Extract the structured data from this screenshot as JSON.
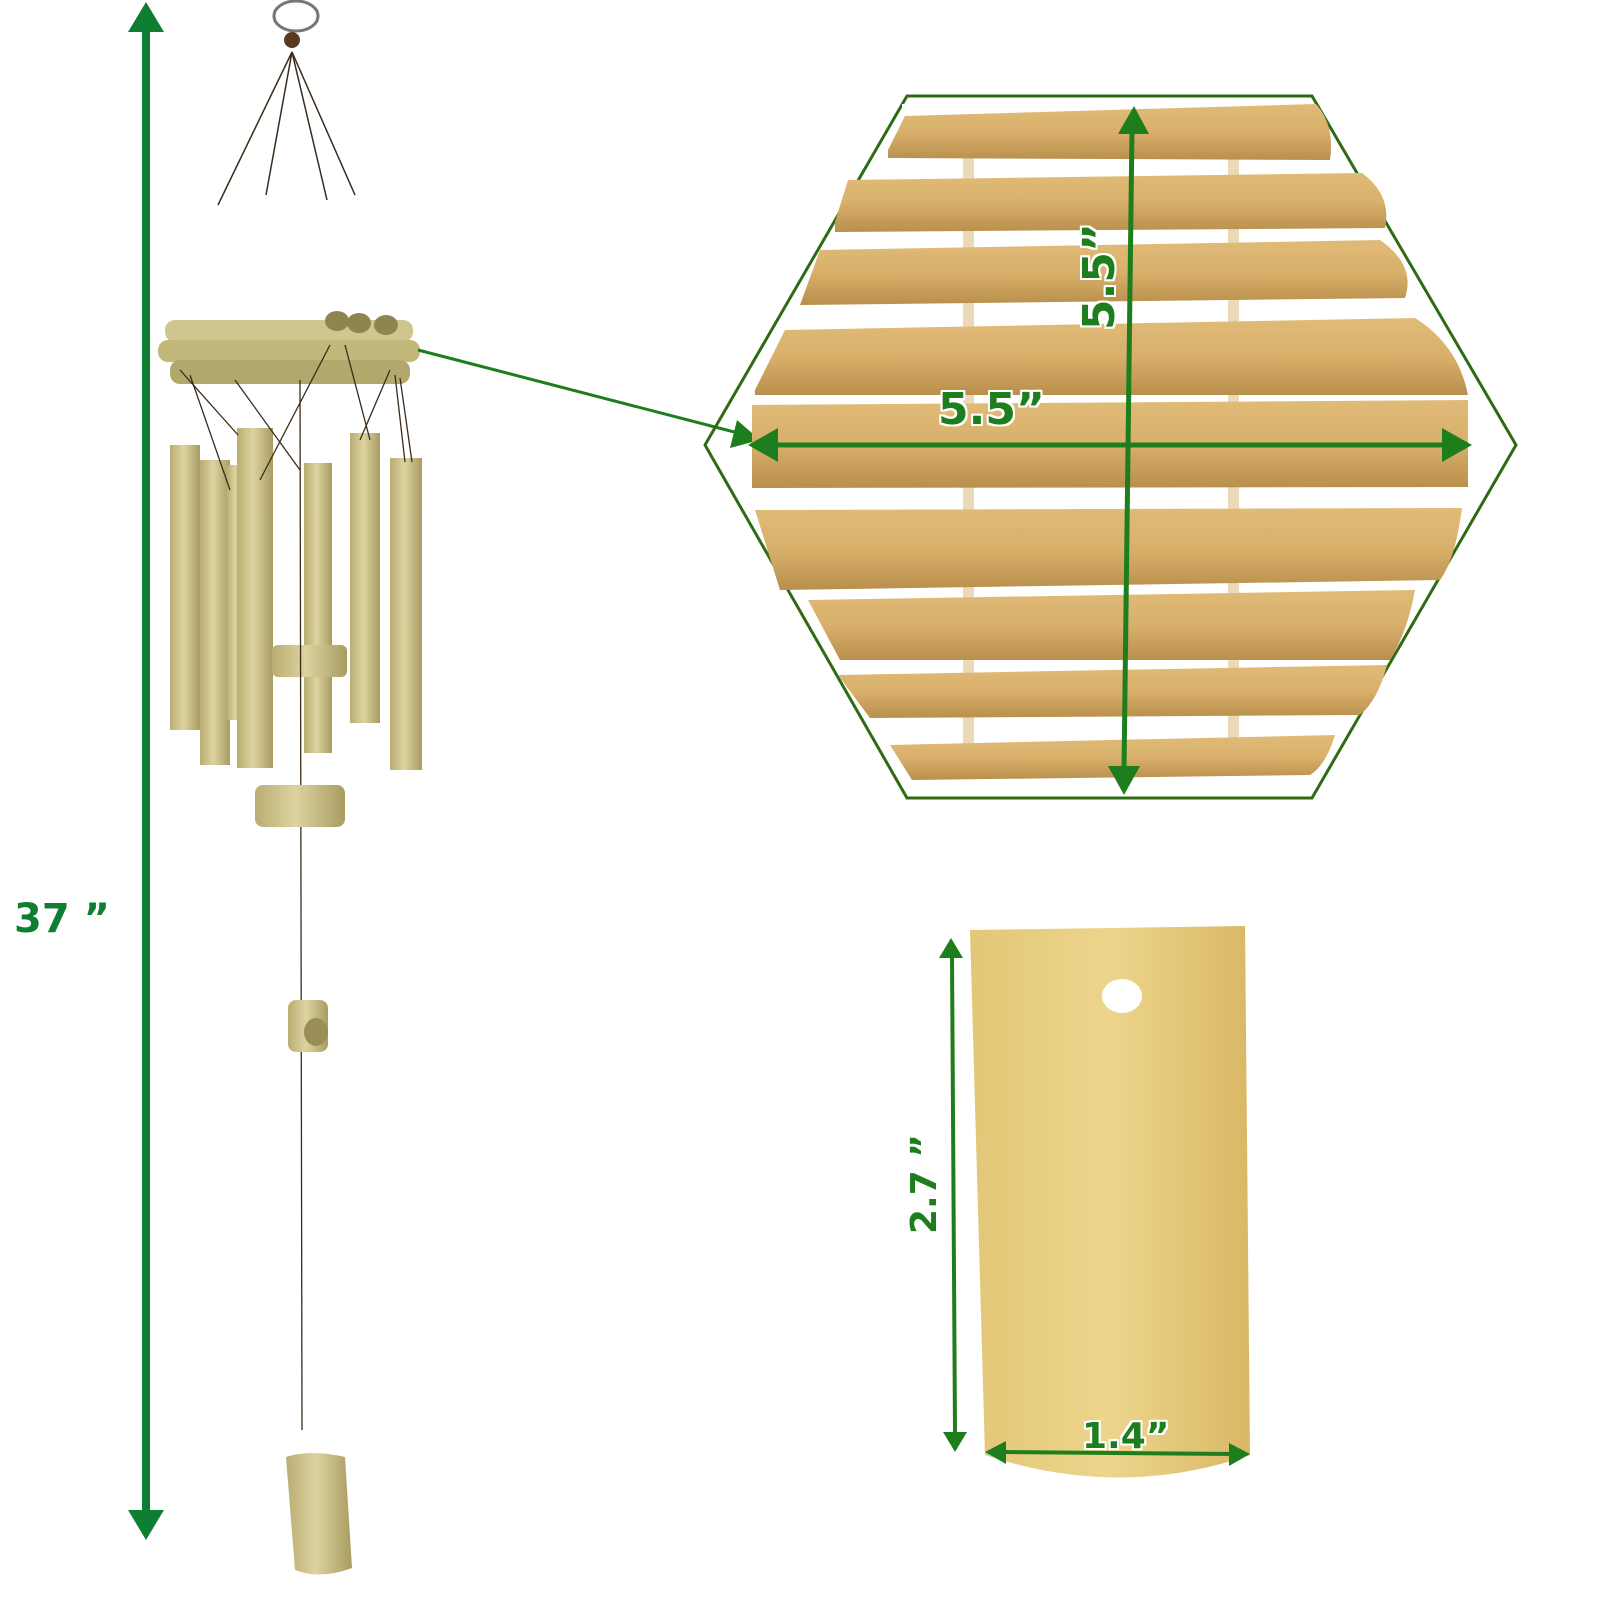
{
  "product": {
    "name": "Bamboo Wind Chime",
    "panels": [
      {
        "id": "full-chime",
        "description": "Full hanging bamboo wind chime with tubes, striker and wind catcher"
      },
      {
        "id": "top-platform",
        "description": "Hexagonal top platform made of bamboo slats"
      },
      {
        "id": "wind-catcher",
        "description": "Curved bamboo wind catcher sail with hanging hole"
      }
    ]
  },
  "dimensions": {
    "total_length": "37 ”",
    "platform_width": "5.5”",
    "platform_height": "5.5”",
    "clapper_height": "2.7 ”",
    "clapper_width": "1.4”"
  },
  "colors": {
    "dimension_green": "#0e7f32",
    "label_green": "#1e7e1e",
    "outline_green": "#2e6b12",
    "bamboo_light": "#d8c98c",
    "bamboo_tan": "#d2a965",
    "bamboo_yellow": "#e2c374"
  }
}
